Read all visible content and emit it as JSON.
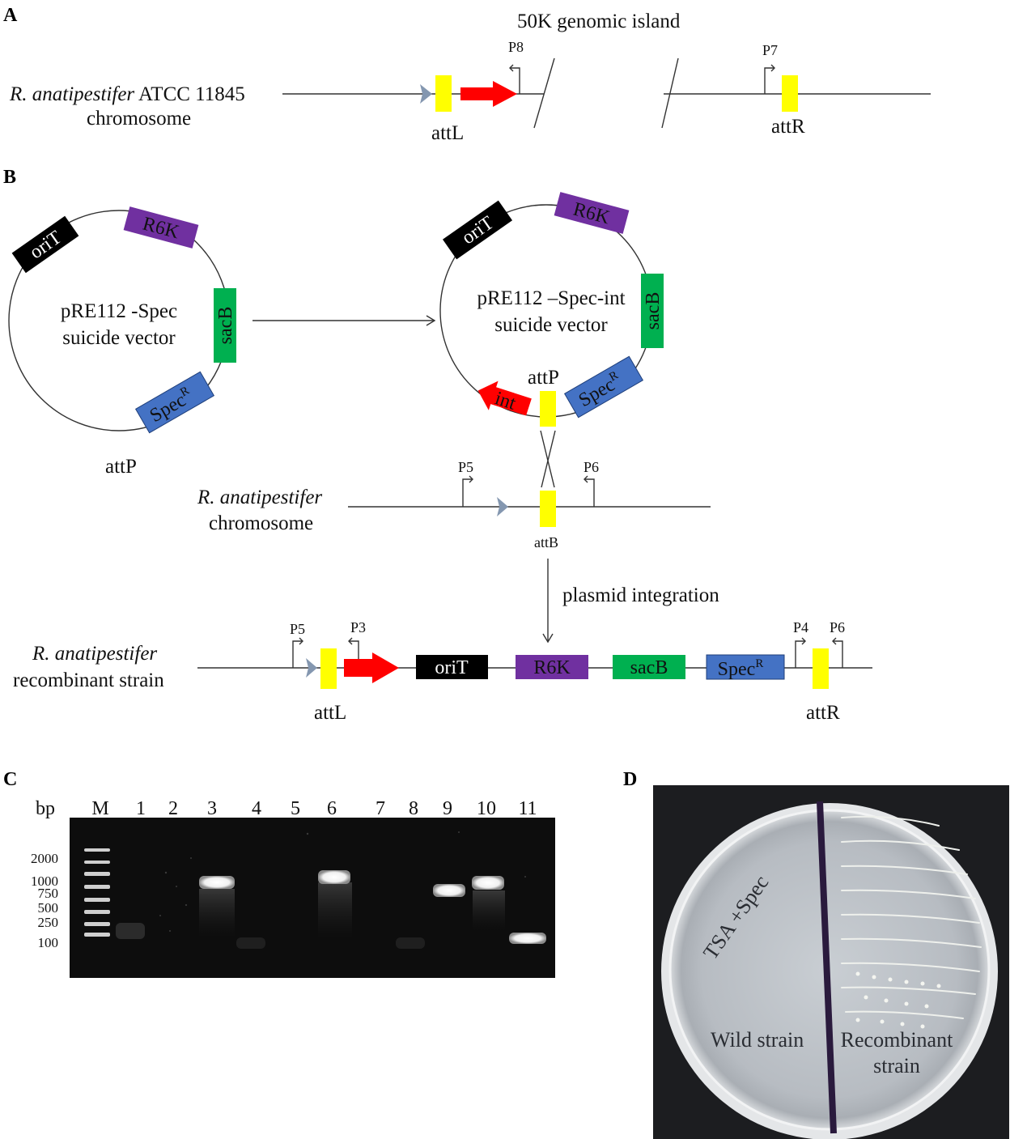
{
  "panels": {
    "A": "A",
    "B": "B",
    "C": "C",
    "D": "D"
  },
  "panelA": {
    "island_title": "50K genomic island",
    "species": "R. anatipestifer",
    "strain": " ATCC 11845",
    "chromosome": "chromosome",
    "attL": "attL",
    "attR": "attR",
    "P8": "P8",
    "P7": "P7"
  },
  "panelB": {
    "vector1_line1": "pRE112 -Spec",
    "vector1_line2": "suicide vector",
    "vector2_line1": "pRE112 –Spec-int",
    "vector2_line2": "suicide vector",
    "oriT": "oriT",
    "R6K": "R6K",
    "sacB": "sacB",
    "spec": "Spec",
    "spec_sup": "R",
    "int": "int",
    "attP": "attP",
    "attB": "attB",
    "P5": "P5",
    "P6": "P6",
    "P3": "P3",
    "P4": "P4",
    "species": "R. anatipestifer",
    "chromosome": "chromosome",
    "recombinant": "recombinant strain",
    "integration": "plasmid integration",
    "attL": "attL",
    "attR": "attR"
  },
  "panelC": {
    "bp_label": "bp",
    "lanes": [
      "M",
      "1",
      "2",
      "3",
      "4",
      "5",
      "6",
      "7",
      "8",
      "9",
      "10",
      "11"
    ],
    "ladder": [
      "2000",
      "1000",
      "750",
      "500",
      "250",
      "100"
    ]
  },
  "panelD": {
    "medium": "TSA +Spec",
    "wild": "Wild strain",
    "recombinant_line1": "Recombinant",
    "recombinant_line2": "strain"
  },
  "colors": {
    "attSite": "#ffff00",
    "int": "#ff0000",
    "oriT": "#000000",
    "R6K": "#7030a0",
    "sacB": "#00b050",
    "spec": "#4472c4",
    "promoter": "#8497b0"
  }
}
